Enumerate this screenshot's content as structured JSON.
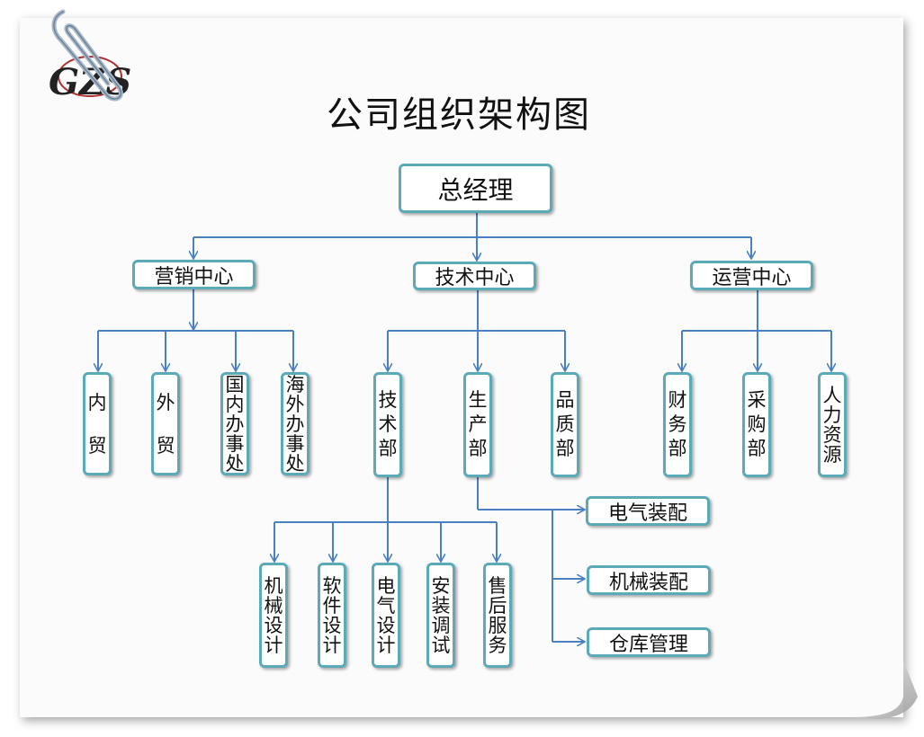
{
  "title": "公司组织架构图",
  "colors": {
    "line": "#4a7fc0",
    "box_border": "#5aaab8"
  },
  "logo": {
    "text": "GZS"
  },
  "root": "总经理",
  "centers": [
    "营销中心",
    "技术中心",
    "运营中心"
  ],
  "marketing": [
    "内贸",
    "外贸",
    "国内办事处",
    "海外办事处"
  ],
  "tech": [
    "技术部",
    "生产部",
    "品质部"
  ],
  "ops": [
    "财务部",
    "采购部",
    "人力资源"
  ],
  "tech_dept": [
    "机械设计",
    "软件设计",
    "电气设计",
    "安装调试",
    "售后服务"
  ],
  "production": [
    "电气装配",
    "机械装配",
    "仓库管理"
  ]
}
